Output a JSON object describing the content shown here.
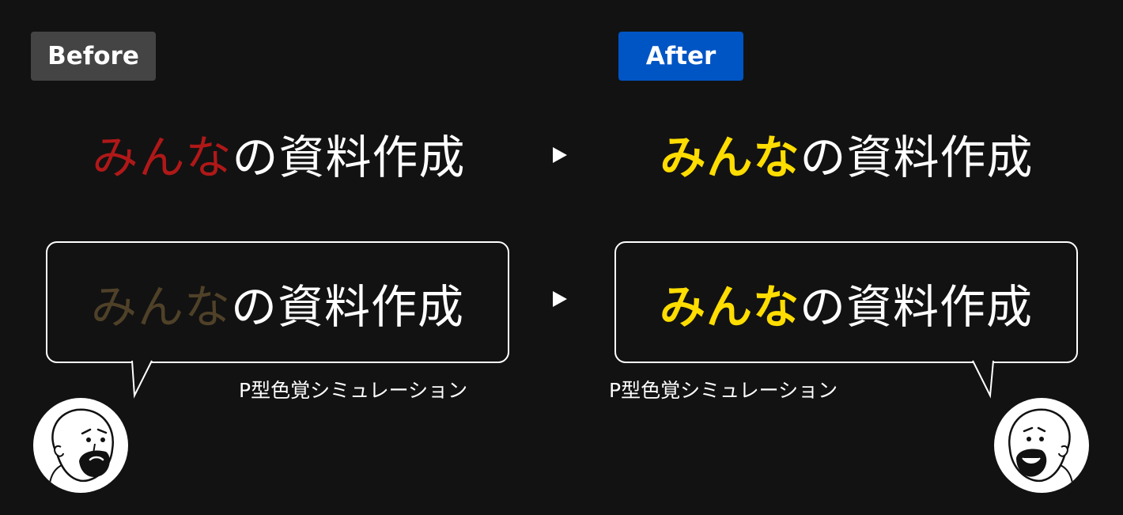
{
  "badges": {
    "before": "Before",
    "after": "After"
  },
  "top_row": {
    "before": {
      "highlight": "みんな",
      "rest": "の資料作成",
      "highlight_color": "#b01818"
    },
    "after": {
      "highlight": "みんな",
      "rest": "の資料作成",
      "highlight_color": "#ffdd00"
    }
  },
  "bubble_row": {
    "before": {
      "highlight": "みんな",
      "rest": "の資料作成",
      "highlight_color": "#4f4128"
    },
    "after": {
      "highlight": "みんな",
      "rest": "の資料作成",
      "highlight_color": "#ffdd00"
    }
  },
  "captions": {
    "before": "P型色覚シミュレーション",
    "after": "P型色覚シミュレーション"
  },
  "icons": {
    "arrow": "triangle-right-icon",
    "before_avatar": "worried-person-icon",
    "after_avatar": "happy-person-icon"
  }
}
